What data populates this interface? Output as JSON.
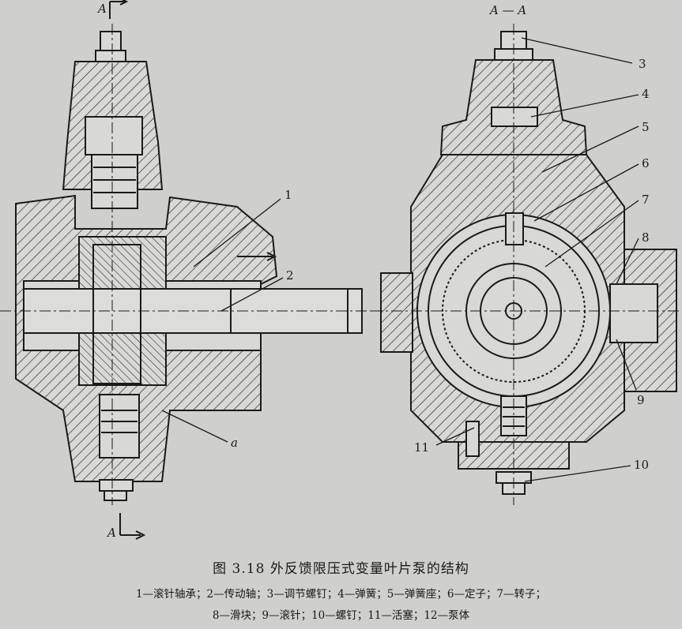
{
  "section_labels": {
    "left_top": "A",
    "left_bottom": "A",
    "right_title": "A — A"
  },
  "parts": [
    "1",
    "2",
    "3",
    "4",
    "5",
    "6",
    "7",
    "8",
    "9",
    "10",
    "11"
  ],
  "passage_label": "a",
  "caption": {
    "title": "图 3.18  外反馈限压式变量叶片泵的结构",
    "legend_line1": "1—滚针轴承；2—传动轴；3—调节螺钉；4—弹簧；5—弹簧座；6—定子；7—转子；",
    "legend_line2": "8—滑块；9—滚针；10—螺钉；11—活塞；12—泵体"
  },
  "colors": {
    "background": "#cfcfcd",
    "ink": "#1a1a1a"
  }
}
